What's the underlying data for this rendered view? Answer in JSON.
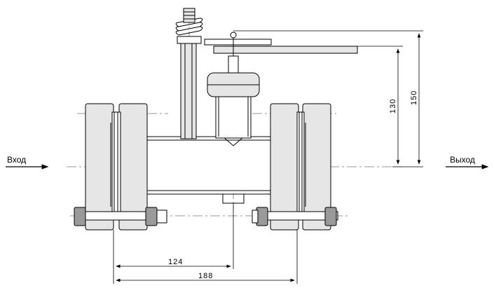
{
  "labels": {
    "inlet": "Вход",
    "outlet": "Выход"
  },
  "dimensions": {
    "height_to_lever": "130",
    "height_to_spring": "150",
    "center_to_flange": "124",
    "flange_to_flange": "188"
  }
}
